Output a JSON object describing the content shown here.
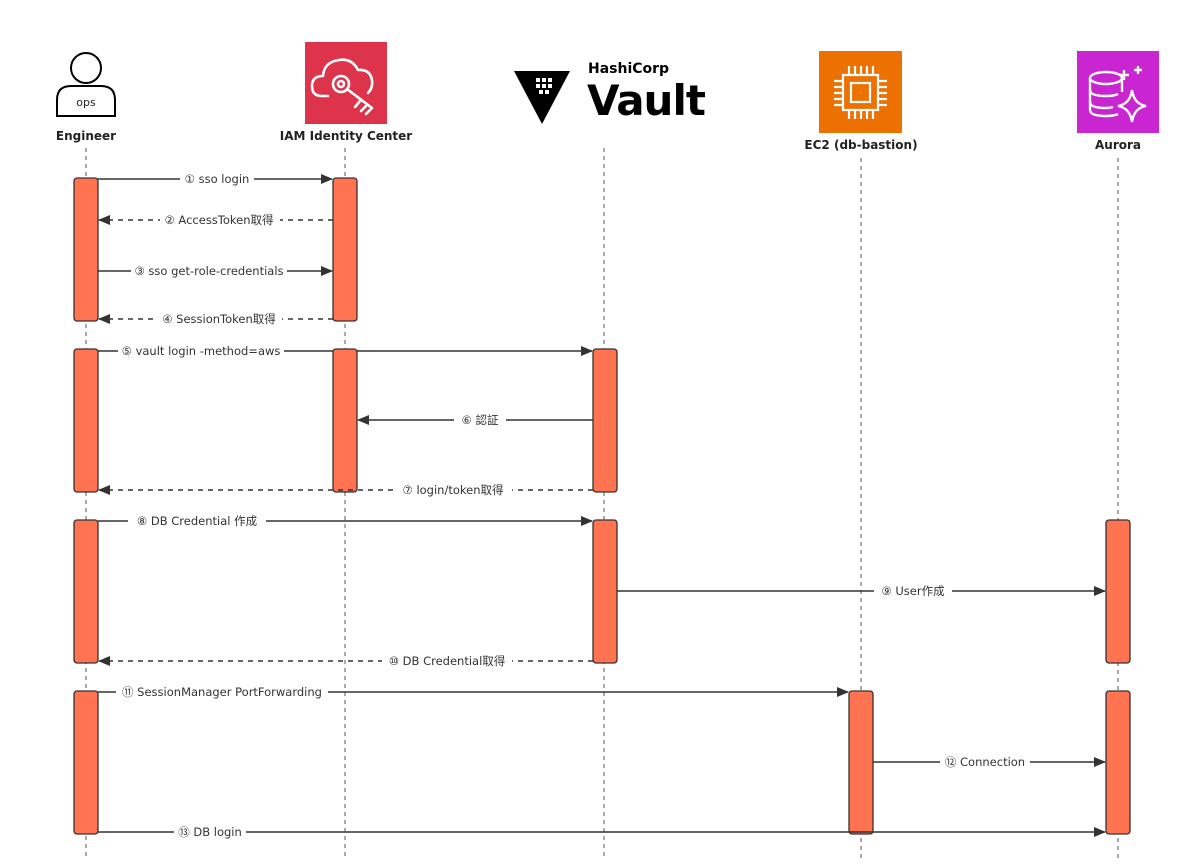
{
  "actors": {
    "engineer": {
      "label": "Engineer",
      "badge": "ops"
    },
    "iam": {
      "label": "IAM Identity Center"
    },
    "vault": {
      "brand_top": "HashiCorp",
      "brand_main": "Vault"
    },
    "ec2": {
      "label": "EC2 (db-bastion)"
    },
    "aurora": {
      "label": "Aurora"
    }
  },
  "messages": [
    {
      "label": "① sso login"
    },
    {
      "label": "② AccessToken取得"
    },
    {
      "label": "③ sso get-role-credentials"
    },
    {
      "label": "④ SessionToken取得"
    },
    {
      "label": "⑤ vault login -method=aws"
    },
    {
      "label": "⑥ 認証"
    },
    {
      "label": "⑦ login/token取得"
    },
    {
      "label": "⑧ DB Credential 作成"
    },
    {
      "label": "⑨ User作成"
    },
    {
      "label": "⑩ DB Credential取得"
    },
    {
      "label": "⑪ SessionManager PortForwarding"
    },
    {
      "label": "⑫ Connection"
    },
    {
      "label": "⑬ DB login"
    }
  ],
  "colors": {
    "activation": "#ff7350",
    "iam_icon": "#dd344c",
    "ec2_icon": "#ed7100",
    "aurora_icon": "#c925d1",
    "line": "#333333"
  },
  "icons": {
    "engineer": "person-icon",
    "iam": "cloud-key-icon",
    "vault": "vault-logo-icon",
    "ec2": "chip-icon",
    "aurora": "database-sparkle-icon"
  }
}
